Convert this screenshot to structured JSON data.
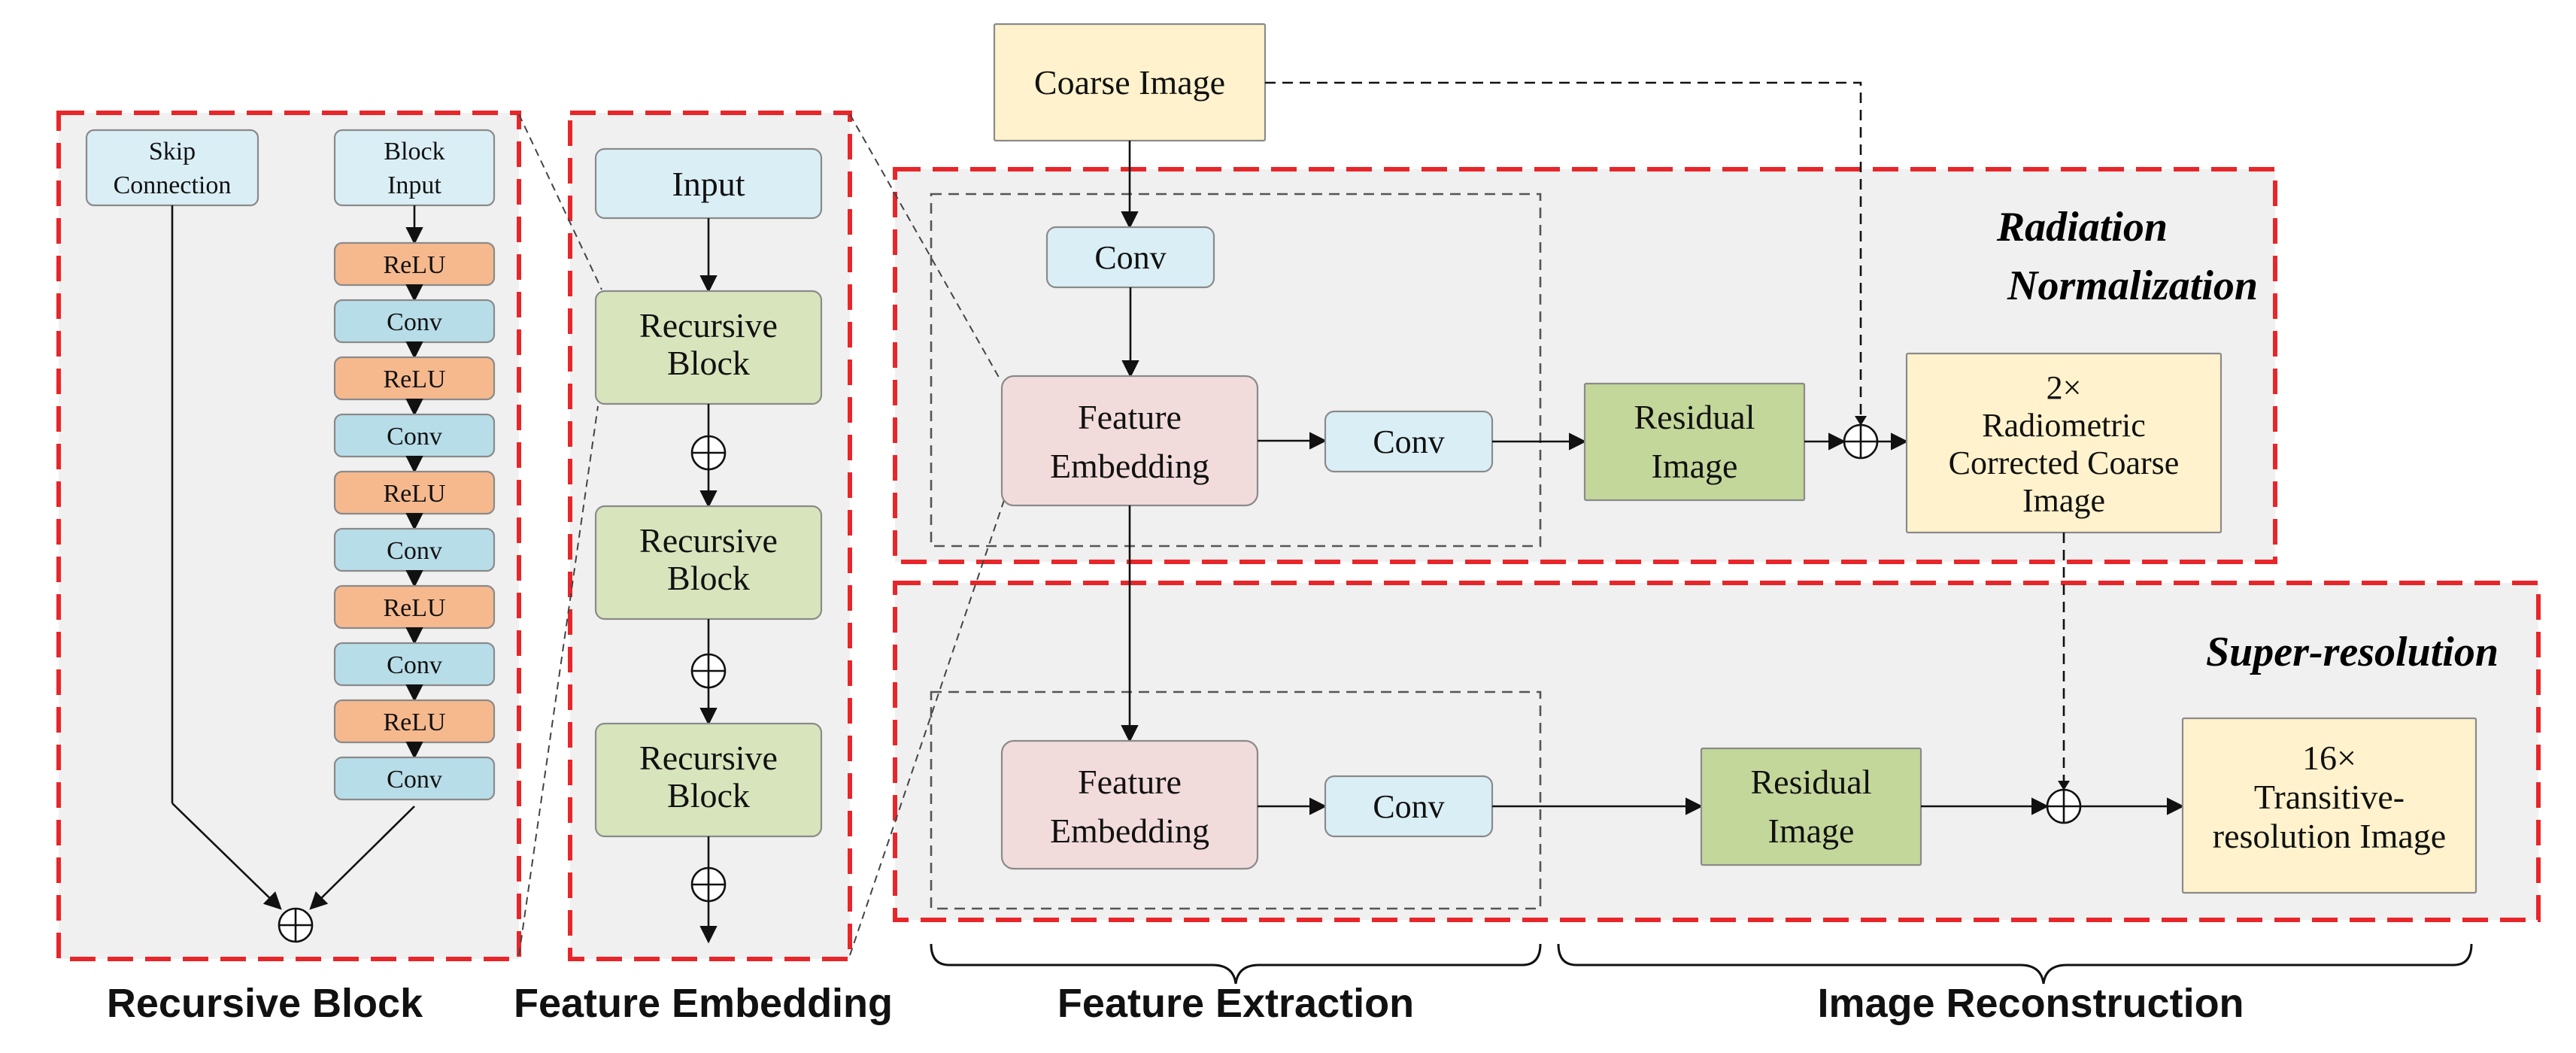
{
  "regions": {
    "radiation": "Radiation Normalization",
    "radiation_line1": "Radiation",
    "radiation_line2": "Normalization",
    "superres": "Super-resolution"
  },
  "recursive_block_panel": {
    "skip": [
      "Skip",
      "Connection"
    ],
    "block_input": [
      "Block",
      "Input"
    ],
    "layers": [
      "ReLU",
      "Conv",
      "ReLU",
      "Conv",
      "ReLU",
      "Conv",
      "ReLU",
      "Conv",
      "ReLU",
      "Conv"
    ]
  },
  "feature_embedding_panel": {
    "input": "Input",
    "blocks": [
      [
        "Recursive",
        "Block"
      ],
      [
        "Recursive",
        "Block"
      ],
      [
        "Recursive",
        "Block"
      ]
    ]
  },
  "main": {
    "coarse_image": "Coarse Image",
    "conv_top": "Conv",
    "feature_embedding_1": [
      "Feature",
      "Embedding"
    ],
    "conv_1": "Conv",
    "residual_image_1": [
      "Residual",
      "Image"
    ],
    "output_2x": [
      "2×",
      "Radiometric",
      "Corrected Coarse",
      "Image"
    ],
    "feature_embedding_2": [
      "Feature",
      "Embedding"
    ],
    "conv_2": "Conv",
    "residual_image_2": [
      "Residual",
      "Image"
    ],
    "output_16x": [
      "16×",
      "Transitive-",
      "resolution Image"
    ]
  },
  "section_labels": {
    "recursive_block": "Recursive Block",
    "feature_embedding": "Feature Embedding",
    "feature_extraction": "Feature Extraction",
    "image_reconstruction": "Image Reconstruction"
  },
  "colors": {
    "blue_fill": "#daeef5",
    "orange_fill": "#f6b98e",
    "conv_fill": "#b7dde8",
    "green_fill": "#d8e4bc",
    "dark_green_fill": "#c4d79b",
    "pink_fill": "#f2dcdb",
    "yellow_fill": "#fff2cc",
    "red_border": "#e8262a"
  }
}
